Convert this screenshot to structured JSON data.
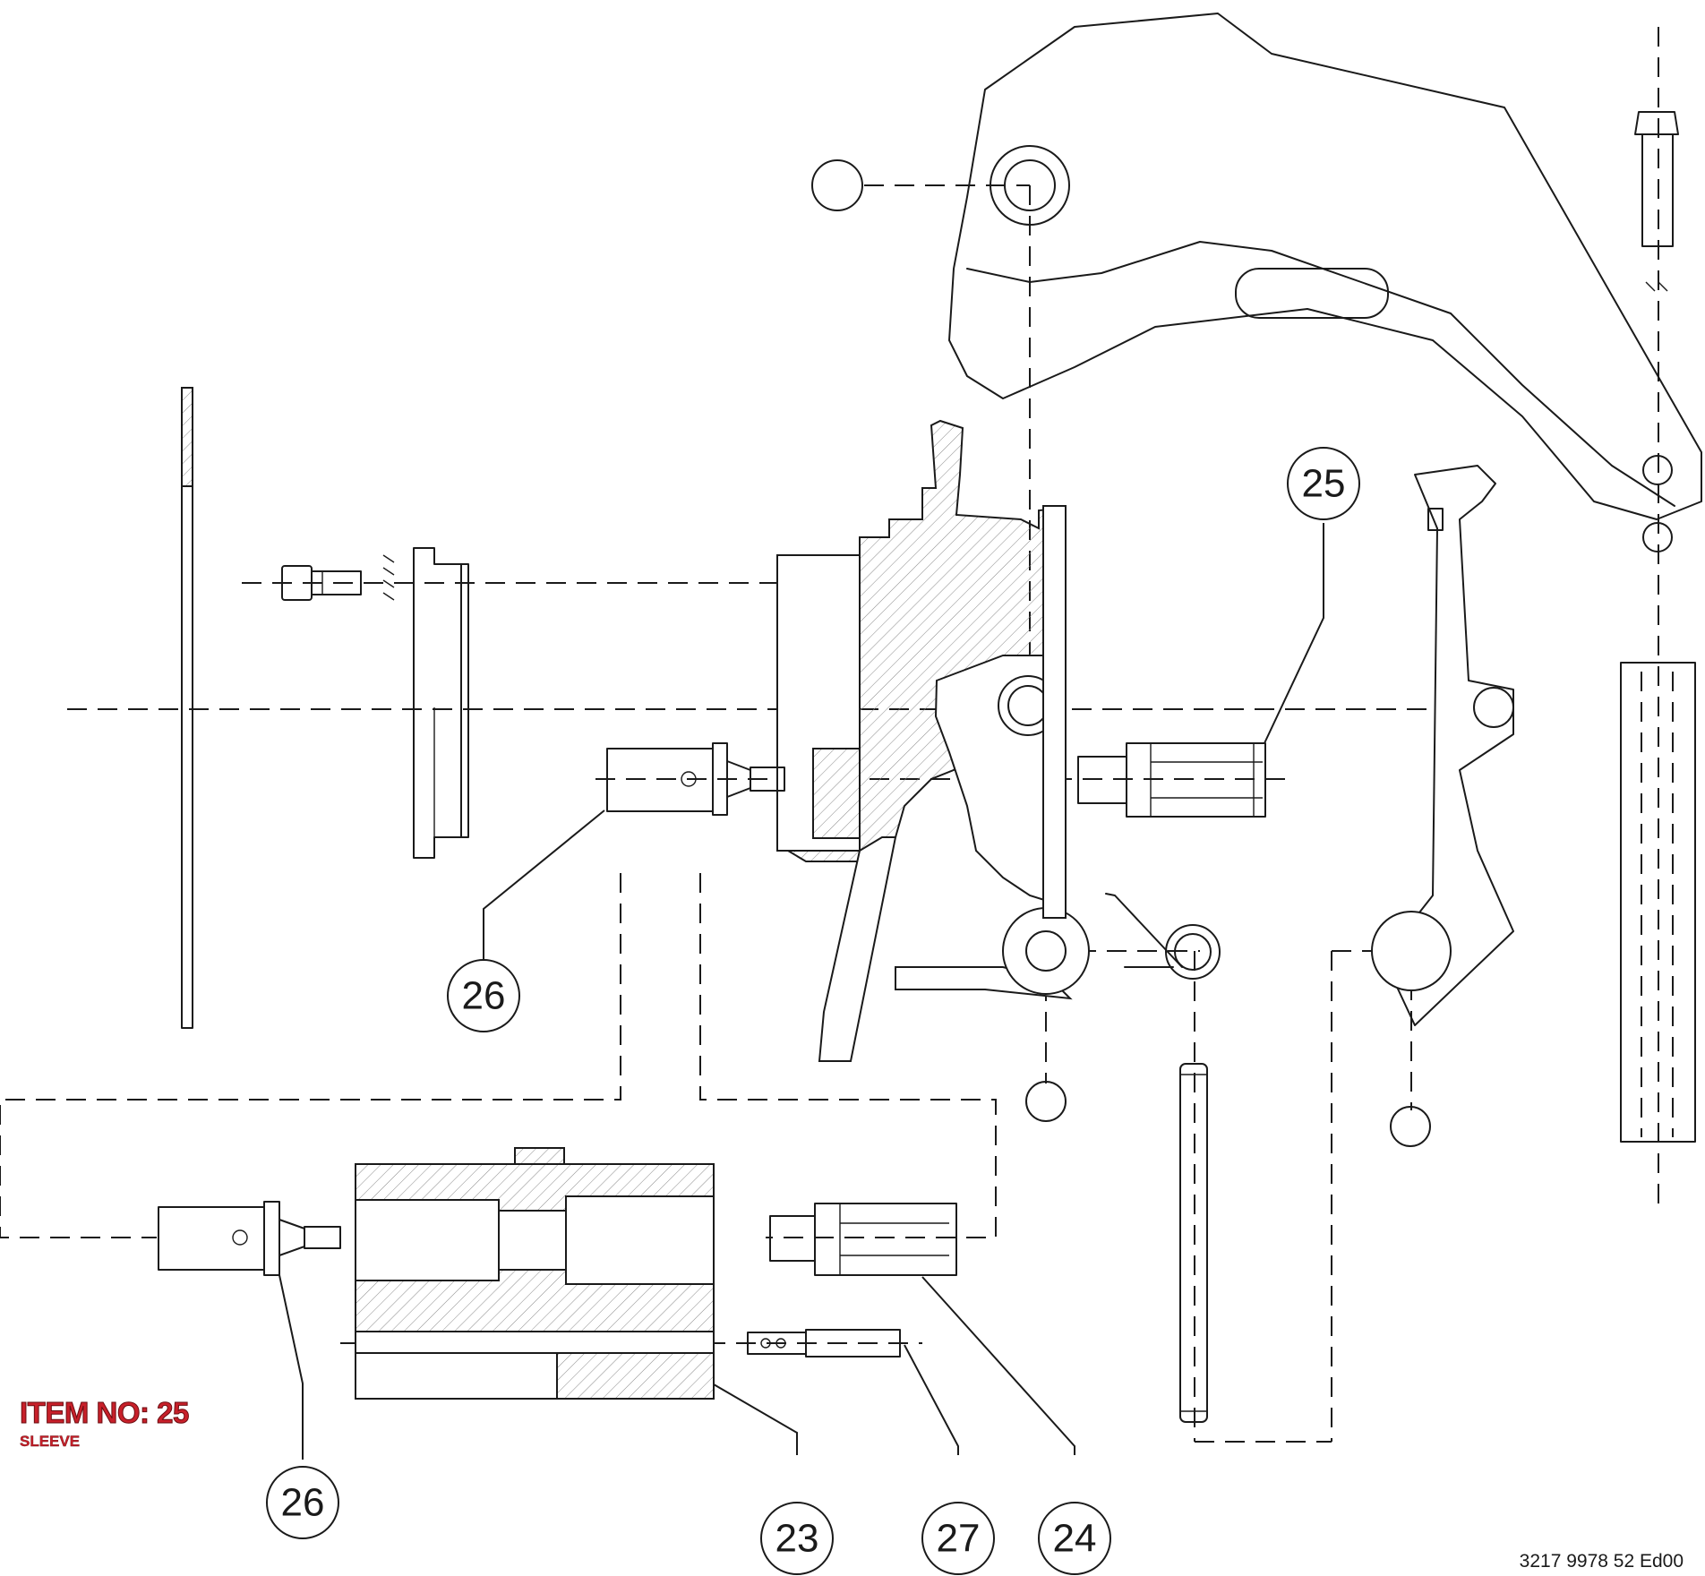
{
  "callout": {
    "item_label": "ITEM NO: 25",
    "item_name": "SLEEVE",
    "color": "#c8202a"
  },
  "document_number": "3217 9978 52 Ed00",
  "balloons": [
    {
      "id": "b25",
      "label": "25"
    },
    {
      "id": "b26-top",
      "label": "26"
    },
    {
      "id": "b26-bottom",
      "label": "26"
    },
    {
      "id": "b23",
      "label": "23"
    },
    {
      "id": "b27",
      "label": "27"
    },
    {
      "id": "b24",
      "label": "24"
    }
  ]
}
